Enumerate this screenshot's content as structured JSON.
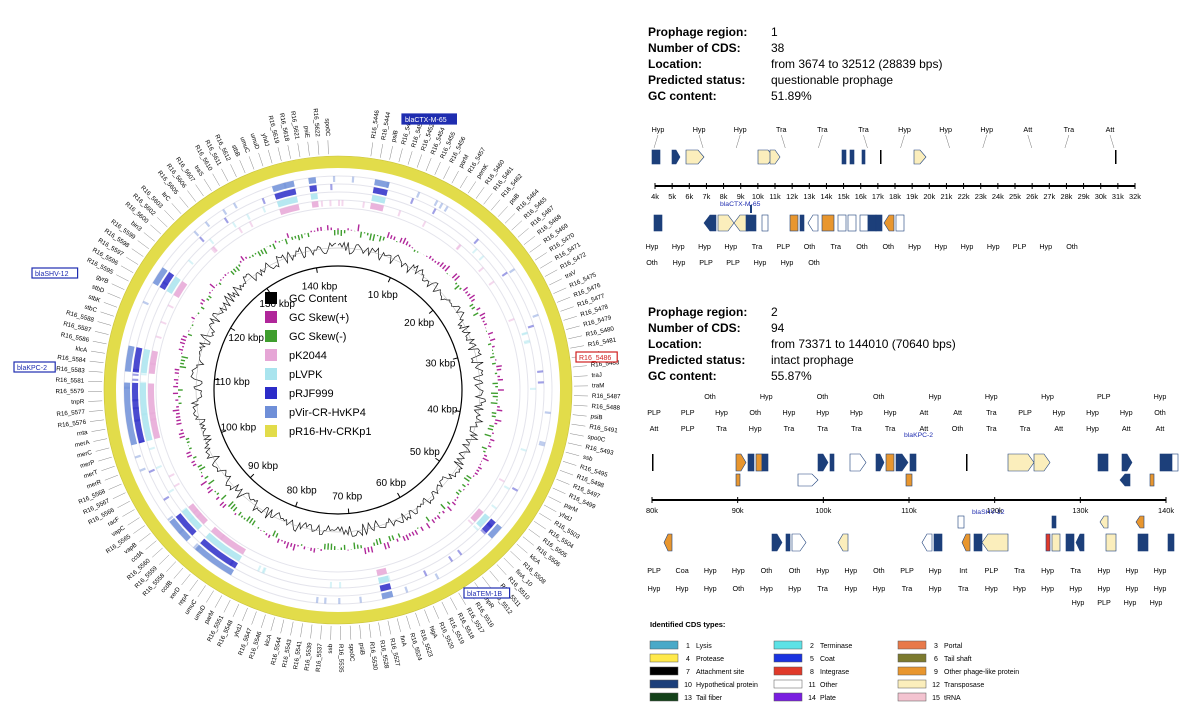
{
  "circular_map": {
    "kbp_labels": [
      "10 kbp",
      "20 kbp",
      "30 kbp",
      "40 kbp",
      "50 kbp",
      "60 kbp",
      "70 kbp",
      "80 kbp",
      "90 kbp",
      "100 kbp",
      "110 kbp",
      "120 kbp",
      "130 kbp",
      "140 kbp"
    ],
    "legend": [
      {
        "label": "GC Content",
        "color": "#000000"
      },
      {
        "label": "GC Skew(+)",
        "color": "#b0269a"
      },
      {
        "label": "GC Skew(-)",
        "color": "#3f9e2e"
      },
      {
        "label": "pK2044",
        "color": "#e6a6d6"
      },
      {
        "label": "pLVPK",
        "color": "#a9e4ee"
      },
      {
        "label": "pRJF999",
        "color": "#2c2cc8"
      },
      {
        "label": "pVir-CR-HvKP4",
        "color": "#6f8fd8"
      },
      {
        "label": "pR16-Hv-CRKp1",
        "color": "#e2dc4a"
      }
    ],
    "gene_labels": [
      "R16_5446",
      "R16_5444",
      "psiB",
      "R16_5449",
      "R16_5450",
      "R16_5452",
      "R16_5454",
      "R16_5455",
      "R16_5456",
      "parM",
      "R16_5457",
      "pemK",
      "R16_5460",
      "R16_5461",
      "R16_5462",
      "psiB",
      "R16_5464",
      "R16_5465",
      "R16_5467",
      "R16_5468",
      "R16_5469",
      "R16_5470",
      "R16_5471",
      "R16_5472",
      "traV",
      "R16_5475",
      "R16_5476",
      "R16_5477",
      "R16_5478",
      "R16_5479",
      "R16_5480",
      "R16_5481",
      "traA",
      "R16_5483",
      "traJ",
      "traM",
      "R16_5487",
      "R16_5488",
      "psiB",
      "R16_5491",
      "spo0C",
      "R16_5493",
      "ssb",
      "R16_5495",
      "R16_5498",
      "R16_5497",
      "R16_5499",
      "parM",
      "yhdJ",
      "R16_5503",
      "R16_5504",
      "R16_5505",
      "R16_5506",
      "klcA",
      "R16_5508",
      "finA_10",
      "R16_5510",
      "R16_5511",
      "R16_5512",
      "tnpR",
      "R16_5516",
      "R16_5517",
      "R16_5518",
      "R16_5519",
      "R16_5520",
      "higA",
      "R16_5523",
      "R16_5524",
      "finA",
      "R16_5527",
      "R16_5528",
      "R16_5530",
      "psiB",
      "spo0C",
      "R16_5535",
      "ssb",
      "R16_5537",
      "R16_5539",
      "R16_5541",
      "R16_5543",
      "R16_5544",
      "klcA",
      "R16_5546",
      "R16_5547",
      "yhdJ",
      "R16_5548",
      "R16_5551",
      "parM",
      "umuD",
      "umuC",
      "repA",
      "xerD",
      "ccdB",
      "R16_5558",
      "R16_5559",
      "R16_5560",
      "ccdA",
      "vapB",
      "R16_5565",
      "vapC",
      "racF",
      "R16_5566",
      "R16_5567",
      "R16_5568",
      "merR",
      "merT",
      "merP",
      "merC",
      "merA",
      "rnta",
      "R16_5576",
      "R16_5577",
      "tnpR",
      "R16_5579",
      "R16_5581",
      "R16_5583",
      "R16_5584",
      "klcA",
      "R16_5586",
      "R16_5587",
      "R16_5588",
      "stbC",
      "stbK",
      "stbD",
      "gyrB",
      "R16_5595",
      "R16_5596",
      "R16_5597",
      "R16_5598",
      "R16_5599",
      "bin3",
      "R16_5600",
      "R16_5602",
      "R16_5603",
      "ltrC",
      "R16_5605",
      "R16_5606",
      "R16_5607",
      "traS",
      "R16_5610",
      "R16_5611",
      "R16_5612",
      "stbB",
      "umuC",
      "umuD",
      "yhdJ",
      "R16_5619",
      "R16_5618",
      "R16_5621",
      "psiE",
      "R16_5622",
      "spo0C"
    ],
    "boxed_labels": [
      {
        "text": "blaCTX-M-65",
        "color": "#1f2db0",
        "filled": true
      },
      {
        "text": "blaSHV-12",
        "color": "#1f2db0",
        "filled": false
      },
      {
        "text": "blaKPC-2",
        "color": "#1f2db0",
        "filled": false
      },
      {
        "text": "R16_5486",
        "color": "#d02020",
        "filled": false
      },
      {
        "text": "blaTEM-1B",
        "color": "#1f2db0",
        "filled": false
      }
    ]
  },
  "prophage1": {
    "rows": [
      {
        "label": "Prophage region:",
        "value": "1"
      },
      {
        "label": "Number of CDS:",
        "value": "38"
      },
      {
        "label": "Location:",
        "value": "from 3674 to 32512 (28839 bps)"
      },
      {
        "label": "Predicted status:",
        "value": "questionable prophage"
      },
      {
        "label": "GC content:",
        "value": "51.89%"
      }
    ],
    "ticks": [
      "4k",
      "5k",
      "6k",
      "7k",
      "8k",
      "9k",
      "10k",
      "11k",
      "12k",
      "13k",
      "14k",
      "15k",
      "16k",
      "17k",
      "18k",
      "19k",
      "20k",
      "21k",
      "22k",
      "23k",
      "24k",
      "25k",
      "26k",
      "27k",
      "28k",
      "29k",
      "30k",
      "31k",
      "32k"
    ],
    "top_labels": [
      "Hyp",
      "Hyp",
      "Hyp",
      "Tra",
      "Tra",
      "Tra",
      "Hyp",
      "Hyp",
      "Hyp",
      "Att",
      "Tra",
      "Att"
    ],
    "bottom_row1": [
      "Hyp",
      "Hyp",
      "Hyp",
      "Hyp",
      "Tra",
      "PLP",
      "Oth",
      "Tra",
      "Oth",
      "Oth",
      "Hyp",
      "Hyp",
      "Hyp",
      "Hyp",
      "PLP",
      "Hyp",
      "Oth"
    ],
    "bottom_row2": [
      "Oth",
      "Hyp",
      "PLP",
      "PLP",
      "Hyp",
      "Hyp",
      "Oth"
    ],
    "marker": "blaCTX-M-65"
  },
  "prophage2": {
    "rows": [
      {
        "label": "Prophage region:",
        "value": "2"
      },
      {
        "label": "Number of CDS:",
        "value": "94"
      },
      {
        "label": "Location:",
        "value": "from 73371 to 144010 (70640 bps)"
      },
      {
        "label": "Predicted status:",
        "value": "intact prophage"
      },
      {
        "label": "GC content:",
        "value": "55.87%"
      }
    ],
    "ticks": [
      "80k",
      "90k",
      "100k",
      "110k",
      "120k",
      "130k",
      "140k"
    ],
    "top_row1": [
      "Oth",
      "Hyp",
      "Oth",
      "Oth",
      "Hyp",
      "Hyp",
      "Hyp",
      "PLP",
      "Hyp"
    ],
    "top_row2": [
      "PLP",
      "PLP",
      "Hyp",
      "Oth",
      "Hyp",
      "Hyp",
      "Hyp",
      "Hyp",
      "Att",
      "Att",
      "Tra",
      "PLP",
      "Hyp",
      "Hyp",
      "Hyp",
      "Oth"
    ],
    "top_row3": [
      "Att",
      "PLP",
      "Tra",
      "Hyp",
      "Tra",
      "Tra",
      "Tra",
      "Tra",
      "Att",
      "Oth",
      "Tra",
      "Tra",
      "Att",
      "Hyp",
      "Att",
      "Att"
    ],
    "bottom_row1": [
      "PLP",
      "Coa",
      "Hyp",
      "Hyp",
      "Oth",
      "Oth",
      "Hyp",
      "Hyp",
      "Oth",
      "PLP",
      "Hyp",
      "Int",
      "PLP",
      "Tra",
      "Hyp",
      "Tra",
      "Hyp",
      "Hyp",
      "Hyp"
    ],
    "bottom_row2": [
      "Hyp",
      "Hyp",
      "Hyp",
      "Oth",
      "Hyp",
      "Hyp",
      "Tra",
      "Hyp",
      "Hyp",
      "Tra",
      "Hyp",
      "Tra",
      "Hyp",
      "Hyp",
      "Hyp",
      "Hyp",
      "Hyp",
      "Hyp",
      "Hyp"
    ],
    "bottom_row3": [
      "Hyp",
      "PLP",
      "Hyp",
      "Hyp"
    ],
    "markers": [
      "blaKPC-2",
      "blaSHV-12"
    ]
  },
  "cds_legend": {
    "title": "Identified CDS types:",
    "items": [
      {
        "num": "1",
        "label": "Lysis",
        "color": "#4aa9c8"
      },
      {
        "num": "2",
        "label": "Terminase",
        "color": "#5de2e6"
      },
      {
        "num": "3",
        "label": "Portal",
        "color": "#e8794a"
      },
      {
        "num": "4",
        "label": "Protease",
        "color": "#ffe94a"
      },
      {
        "num": "5",
        "label": "Coat",
        "color": "#1a33e0"
      },
      {
        "num": "6",
        "label": "Tail shaft",
        "color": "#7c7a2e"
      },
      {
        "num": "7",
        "label": "Attachment site",
        "color": "#000000"
      },
      {
        "num": "8",
        "label": "Integrase",
        "color": "#e03a2a"
      },
      {
        "num": "9",
        "label": "Other phage-like protein",
        "color": "#e8962e"
      },
      {
        "num": "10",
        "label": "Hypothetical protein",
        "color": "#1c3f7a"
      },
      {
        "num": "11",
        "label": "Other",
        "color": "#ffffff"
      },
      {
        "num": "12",
        "label": "Transposase",
        "color": "#fbeebc"
      },
      {
        "num": "13",
        "label": "Tail fiber",
        "color": "#14421a"
      },
      {
        "num": "14",
        "label": "Plate",
        "color": "#7a1ee0"
      },
      {
        "num": "15",
        "label": "tRNA",
        "color": "#f3c3d0"
      }
    ]
  }
}
